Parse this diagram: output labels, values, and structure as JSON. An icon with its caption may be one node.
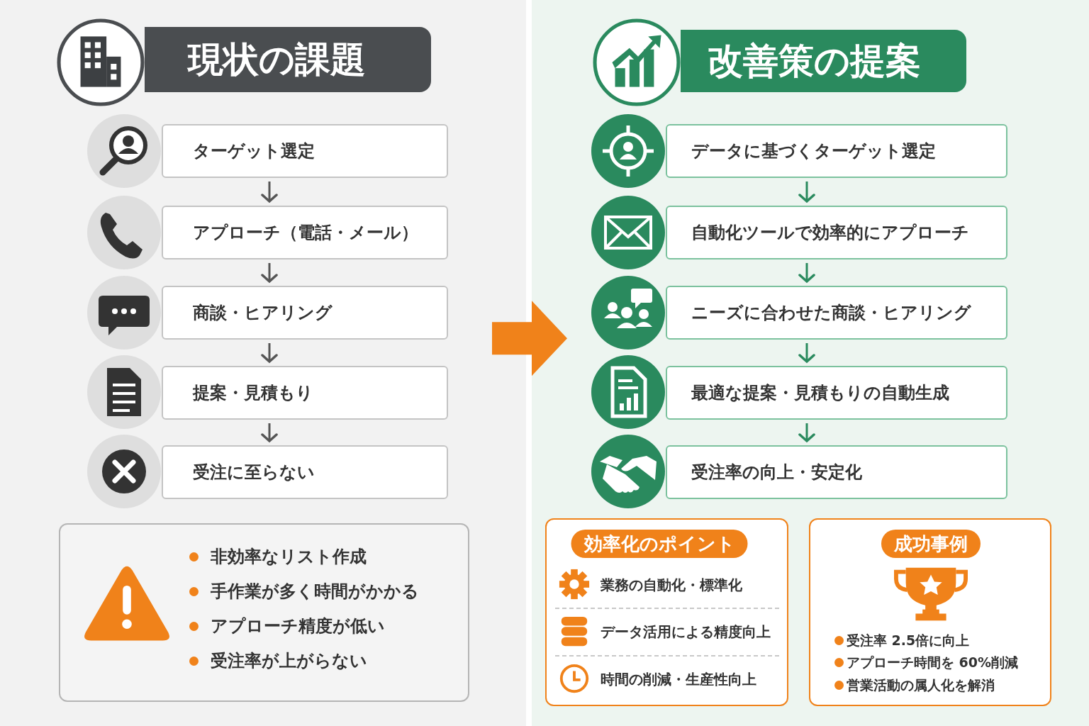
{
  "diagram": {
    "nodes": [
      {
        "text": [],
        "shape": "box"
      },
      {
        "text": [
          "現状の課題"
        ],
        "in": 0
      },
      {
        "text": [
          "ターゲット選定"
        ],
        "in": 0
      },
      {
        "text": [
          "アプローチ（電話・メール）"
        ],
        "in": 0
      },
      {
        "text": [
          "商談・ヒアリング"
        ],
        "in": 0
      },
      {
        "text": [
          "提案・見積もり"
        ],
        "in": 0
      },
      {
        "text": [
          "受注に至らない"
        ],
        "in": 0
      },
      {
        "text": [
          "非効率なリスト作成",
          "手作業が多く時間がかかる",
          "アプローチ精度が低い",
          "受注率が上がらない"
        ],
        "in": 0
      },
      {
        "text": [],
        "shape": "box"
      },
      {
        "text": [
          "改善策の提案"
        ],
        "in": 8
      },
      {
        "text": [
          "データに基づくターゲット選定"
        ],
        "in": 8
      },
      {
        "text": [
          "自動化ツールで効率的にアプローチ"
        ],
        "in": 8
      },
      {
        "text": [
          "ニーズに合わせた商談・ヒアリング"
        ],
        "in": 8
      },
      {
        "text": [
          "最適な提案・見積もりの自動生成"
        ],
        "in": 8
      },
      {
        "text": [
          "受注率の向上・安定化"
        ],
        "in": 8
      },
      {
        "text": [
          "効率化のポイント",
          "業務の自動化・標準化",
          "データ活用による精度向上",
          "時間の削減・生産性向上"
        ],
        "in": 8
      },
      {
        "text": [
          "成功事例",
          "受注率 2.5倍に向上",
          "アプローチ時間を 60%削減",
          "営業活動の属人化を解消"
        ],
        "in": 8
      }
    ],
    "edges": [
      {
        "from": 2,
        "to": 3,
        "arrow": "to"
      },
      {
        "from": 3,
        "to": 4,
        "arrow": "to"
      },
      {
        "from": 4,
        "to": 5,
        "arrow": "to"
      },
      {
        "from": 5,
        "to": 6,
        "arrow": "to"
      },
      {
        "from": 10,
        "to": 11,
        "arrow": "to",
        "color": "#2a8a5e"
      },
      {
        "from": 11,
        "to": 12,
        "arrow": "to",
        "color": "#2a8a5e"
      },
      {
        "from": 12,
        "to": 13,
        "arrow": "to",
        "color": "#2a8a5e"
      },
      {
        "from": 13,
        "to": 14,
        "arrow": "to",
        "color": "#2a8a5e"
      },
      {
        "from": 0,
        "to": 8,
        "arrow": "to",
        "style": "thick",
        "color": "#f0821a"
      }
    ]
  }
}
